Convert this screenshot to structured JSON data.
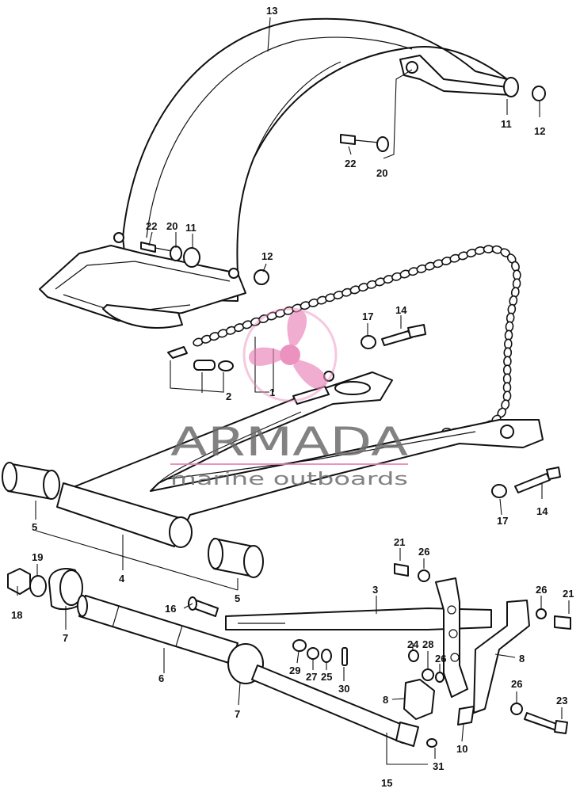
{
  "watermark": {
    "brand": "ARMADA",
    "tagline": "marine outboards",
    "brand_color": "#6d6d6d",
    "accent_color": "#e87fb4",
    "logo_icon": "propeller-icon"
  },
  "callouts": [
    {
      "id": "c13a",
      "label": "13"
    },
    {
      "id": "c11a",
      "label": "11"
    },
    {
      "id": "c12a",
      "label": "12"
    },
    {
      "id": "c22a",
      "label": "22"
    },
    {
      "id": "c20a",
      "label": "20"
    },
    {
      "id": "c22b",
      "label": "22"
    },
    {
      "id": "c20b",
      "label": "20"
    },
    {
      "id": "c11b",
      "label": "11"
    },
    {
      "id": "c12b",
      "label": "12"
    },
    {
      "id": "c17a",
      "label": "17"
    },
    {
      "id": "c14a",
      "label": "14"
    },
    {
      "id": "c2",
      "label": "2"
    },
    {
      "id": "c1",
      "label": "1"
    },
    {
      "id": "c17b",
      "label": "17"
    },
    {
      "id": "c14b",
      "label": "14"
    },
    {
      "id": "c5a",
      "label": "5"
    },
    {
      "id": "c4",
      "label": "4"
    },
    {
      "id": "c5b",
      "label": "5"
    },
    {
      "id": "c19",
      "label": "19"
    },
    {
      "id": "c18",
      "label": "18"
    },
    {
      "id": "c7a",
      "label": "7"
    },
    {
      "id": "c16",
      "label": "16"
    },
    {
      "id": "c3",
      "label": "3"
    },
    {
      "id": "c21a",
      "label": "21"
    },
    {
      "id": "c26a",
      "label": "26"
    },
    {
      "id": "c26b",
      "label": "26"
    },
    {
      "id": "c21b",
      "label": "21"
    },
    {
      "id": "c6",
      "label": "6"
    },
    {
      "id": "c7b",
      "label": "7"
    },
    {
      "id": "c29",
      "label": "29"
    },
    {
      "id": "c27",
      "label": "27"
    },
    {
      "id": "c25",
      "label": "25"
    },
    {
      "id": "c30",
      "label": "30"
    },
    {
      "id": "c24",
      "label": "24"
    },
    {
      "id": "c28",
      "label": "28"
    },
    {
      "id": "c26c",
      "label": "26"
    },
    {
      "id": "c8a",
      "label": "8"
    },
    {
      "id": "c8b",
      "label": "8"
    },
    {
      "id": "c26d",
      "label": "26"
    },
    {
      "id": "c23",
      "label": "23"
    },
    {
      "id": "c10",
      "label": "10"
    },
    {
      "id": "c31",
      "label": "31"
    },
    {
      "id": "c15",
      "label": "15"
    }
  ]
}
